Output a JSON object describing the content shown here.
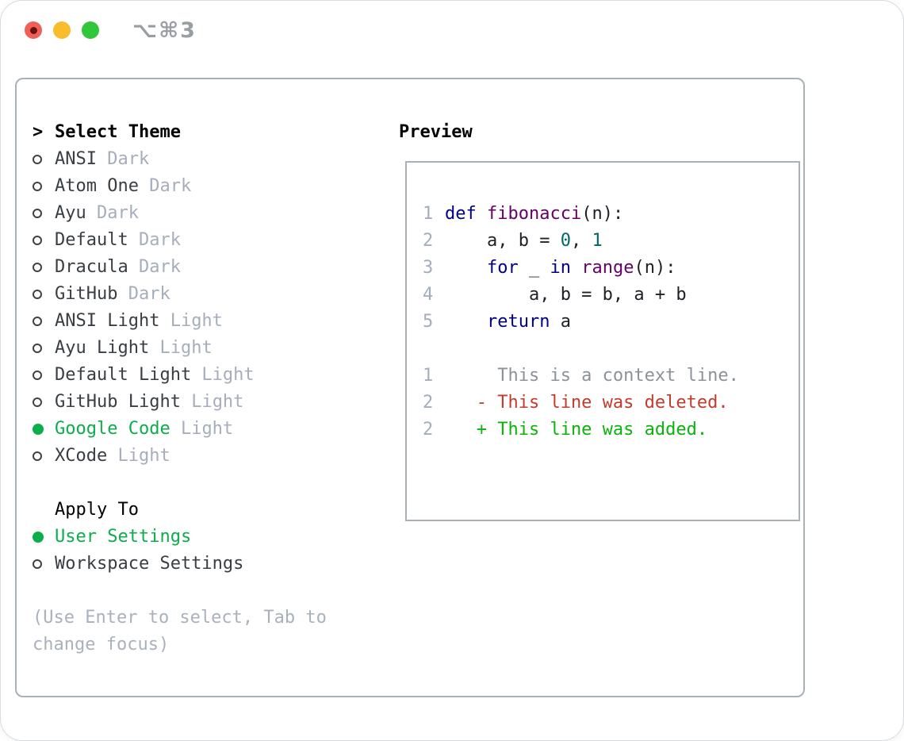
{
  "titlebar": {
    "shortcut": "⌥⌘3"
  },
  "colors": {
    "accent_green": "#0cad4b",
    "diff_added_green": "#0ab40a",
    "diff_deleted_red": "#c43b2b",
    "diff_context_gray": "#8b9299",
    "syntax_keyword_blue": "#000088",
    "syntax_name_purple": "#660066",
    "syntax_literal_teal": "#006666",
    "muted_gray": "#a6aebc",
    "traffic_red": "#f0605a",
    "traffic_yellow": "#f8bd2d",
    "traffic_green": "#31c63c"
  },
  "theme_panel": {
    "header_marker": ">",
    "header": "Select Theme",
    "themes": [
      {
        "name": "ANSI",
        "variant": "Dark",
        "selected": false
      },
      {
        "name": "Atom One",
        "variant": "Dark",
        "selected": false
      },
      {
        "name": "Ayu",
        "variant": "Dark",
        "selected": false
      },
      {
        "name": "Default",
        "variant": "Dark",
        "selected": false
      },
      {
        "name": "Dracula",
        "variant": "Dark",
        "selected": false
      },
      {
        "name": "GitHub",
        "variant": "Dark",
        "selected": false
      },
      {
        "name": "ANSI Light",
        "variant": "Light",
        "selected": false
      },
      {
        "name": "Ayu Light",
        "variant": "Light",
        "selected": false
      },
      {
        "name": "Default Light",
        "variant": "Light",
        "selected": false
      },
      {
        "name": "GitHub Light",
        "variant": "Light",
        "selected": false
      },
      {
        "name": "Google Code",
        "variant": "Light",
        "selected": true
      },
      {
        "name": "XCode",
        "variant": "Light",
        "selected": false
      }
    ],
    "apply_to": {
      "header": "Apply To",
      "options": [
        {
          "name": "User Settings",
          "selected": true
        },
        {
          "name": "Workspace Settings",
          "selected": false
        }
      ]
    },
    "help": "(Use Enter to select, Tab to change focus)"
  },
  "preview": {
    "header": "Preview",
    "code_lines": [
      {
        "num": "1",
        "tokens": [
          {
            "t": "def",
            "c": "kw"
          },
          {
            "t": " ",
            "c": "pl"
          },
          {
            "t": "fibonacci",
            "c": "fn"
          },
          {
            "t": "(n):",
            "c": "pl"
          }
        ]
      },
      {
        "num": "2",
        "tokens": [
          {
            "t": "    a, b = ",
            "c": "pl"
          },
          {
            "t": "0",
            "c": "lit"
          },
          {
            "t": ", ",
            "c": "pl"
          },
          {
            "t": "1",
            "c": "lit"
          }
        ]
      },
      {
        "num": "3",
        "tokens": [
          {
            "t": "    ",
            "c": "pl"
          },
          {
            "t": "for",
            "c": "kw"
          },
          {
            "t": " _ ",
            "c": "pl"
          },
          {
            "t": "in",
            "c": "kw"
          },
          {
            "t": " ",
            "c": "pl"
          },
          {
            "t": "range",
            "c": "fn"
          },
          {
            "t": "(n):",
            "c": "pl"
          }
        ]
      },
      {
        "num": "4",
        "tokens": [
          {
            "t": "        a, b = b, a + b",
            "c": "pl"
          }
        ]
      },
      {
        "num": "5",
        "tokens": [
          {
            "t": "    ",
            "c": "pl"
          },
          {
            "t": "return",
            "c": "kw"
          },
          {
            "t": " a",
            "c": "pl"
          }
        ]
      }
    ],
    "diff_lines": [
      {
        "num": "1",
        "kind": "context",
        "text": "     This is a context line."
      },
      {
        "num": "2",
        "kind": "deleted",
        "text": "   - This line was deleted."
      },
      {
        "num": "2",
        "kind": "added",
        "text": "   + This line was added."
      }
    ]
  }
}
